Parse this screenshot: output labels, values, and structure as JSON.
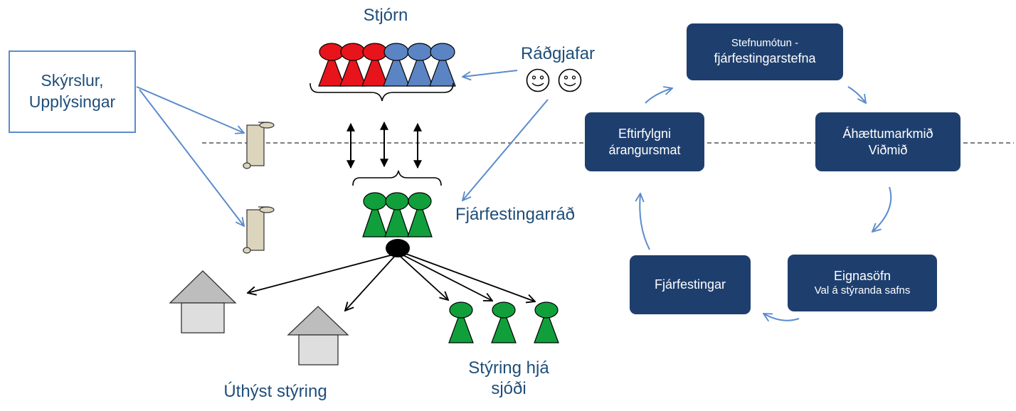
{
  "sidebox": {
    "line1": "Skýrslur,",
    "line2": "Upplýsingar"
  },
  "labels": {
    "stjorn": "Stjórn",
    "radgjafar": "Ráðgjafar",
    "fjarfestingarrad": "Fjárfestingarráð",
    "uthyst_styring": "Úthýst stýring",
    "styring_line1": "Stýring hjá",
    "styring_line2": "sjóði"
  },
  "cycle": {
    "stefnumotun": {
      "line1": "Stefnumótun -",
      "line2": "fjárfestingarstefna"
    },
    "ahaettumarkmid": {
      "line1": "Áhættumarkmið",
      "line2": "Viðmið"
    },
    "eignasofn": {
      "line1": "Eignasöfn",
      "line2": "Val á stýranda safns"
    },
    "fjarfestingar": {
      "line1": "Fjárfestingar"
    },
    "eftirfylgni": {
      "line1": "Eftirfylgni",
      "line2": "árangursmat"
    }
  },
  "colors": {
    "red": "#e8141b",
    "blue": "#5b84c4",
    "green": "#119f3c",
    "box": "#1e3f6e",
    "text": "#1f4e79",
    "arrow": "#5b8ccb",
    "house": "#bdbdbd",
    "house_body": "#dedede",
    "scroll": "#dcd5bd"
  }
}
